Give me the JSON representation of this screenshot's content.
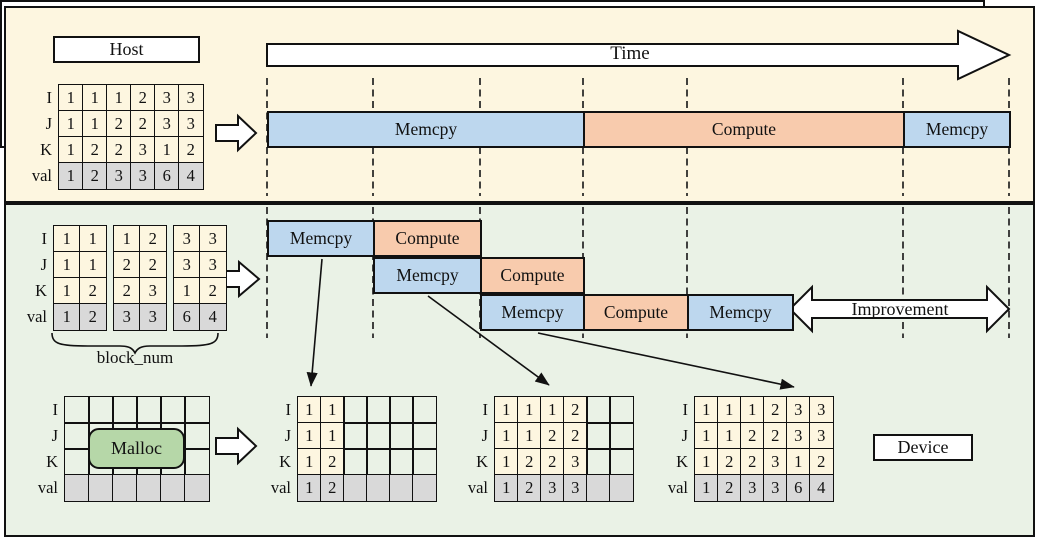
{
  "colors": {
    "cream": "#fdf6e0",
    "green": "#eaf2e6",
    "blue": "#bdd7ee",
    "orange": "#f8cbad",
    "malloc_green": "#b6d7a8",
    "gray": "#d9d9d9"
  },
  "top": {
    "host_label": "Host",
    "time_label": "Time",
    "timeline": [
      {
        "label": "Memcpy",
        "type": "blue"
      },
      {
        "label": "Compute",
        "type": "orange"
      },
      {
        "label": "Memcpy",
        "type": "blue"
      }
    ],
    "table": {
      "labels": [
        "I",
        "J",
        "K",
        "val"
      ],
      "rows": [
        [
          "1",
          "1",
          "1",
          "2",
          "3",
          "3"
        ],
        [
          "1",
          "1",
          "2",
          "2",
          "3",
          "3"
        ],
        [
          "1",
          "2",
          "2",
          "3",
          "1",
          "2"
        ],
        [
          "1",
          "2",
          "3",
          "3",
          "6",
          "4"
        ]
      ]
    }
  },
  "middle": {
    "blocked_table": {
      "labels": [
        "I",
        "J",
        "K",
        "val"
      ],
      "blocks": [
        [
          [
            "1",
            "1"
          ],
          [
            "1",
            "1"
          ],
          [
            "1",
            "2"
          ],
          [
            "1",
            "2"
          ]
        ],
        [
          [
            "1",
            "2"
          ],
          [
            "2",
            "2"
          ],
          [
            "2",
            "3"
          ],
          [
            "3",
            "3"
          ]
        ],
        [
          [
            "3",
            "3"
          ],
          [
            "3",
            "3"
          ],
          [
            "1",
            "2"
          ],
          [
            "6",
            "4"
          ]
        ]
      ]
    },
    "block_num_label": "block_num",
    "pipeline": [
      {
        "segments": [
          {
            "label": "Memcpy",
            "type": "blue"
          },
          {
            "label": "Compute",
            "type": "orange"
          }
        ]
      },
      {
        "segments": [
          {
            "label": "Memcpy",
            "type": "blue"
          },
          {
            "label": "Compute",
            "type": "orange"
          }
        ]
      },
      {
        "segments": [
          {
            "label": "Memcpy",
            "type": "blue"
          },
          {
            "label": "Compute",
            "type": "orange"
          },
          {
            "label": "Memcpy",
            "type": "blue"
          }
        ]
      }
    ],
    "improvement_label": "Improvement"
  },
  "bottom": {
    "malloc_label": "Malloc",
    "device_label": "Device",
    "malloc_grid": {
      "labels": [
        "I",
        "J",
        "K",
        "val"
      ],
      "rows": [
        [
          "",
          "",
          "",
          "",
          "",
          ""
        ],
        [
          "",
          "",
          "",
          "",
          "",
          ""
        ],
        [
          "",
          "",
          "",
          "",
          "",
          ""
        ],
        [
          "",
          "",
          "",
          "",
          "",
          ""
        ]
      ]
    },
    "stage_tables": [
      {
        "labels": [
          "I",
          "J",
          "K",
          "val"
        ],
        "rows": [
          [
            "1",
            "1",
            "",
            "",
            "",
            ""
          ],
          [
            "1",
            "1",
            "",
            "",
            "",
            ""
          ],
          [
            "1",
            "2",
            "",
            "",
            "",
            ""
          ],
          [
            "1",
            "2",
            "",
            "",
            "",
            ""
          ]
        ]
      },
      {
        "labels": [
          "I",
          "J",
          "K",
          "val"
        ],
        "rows": [
          [
            "1",
            "1",
            "1",
            "2",
            "",
            ""
          ],
          [
            "1",
            "1",
            "2",
            "2",
            "",
            ""
          ],
          [
            "1",
            "2",
            "2",
            "3",
            "",
            ""
          ],
          [
            "1",
            "2",
            "3",
            "3",
            "",
            ""
          ]
        ]
      },
      {
        "labels": [
          "I",
          "J",
          "K",
          "val"
        ],
        "rows": [
          [
            "1",
            "1",
            "1",
            "2",
            "3",
            "3"
          ],
          [
            "1",
            "1",
            "2",
            "2",
            "3",
            "3"
          ],
          [
            "1",
            "2",
            "2",
            "3",
            "1",
            "2"
          ],
          [
            "1",
            "2",
            "3",
            "3",
            "6",
            "4"
          ]
        ]
      }
    ]
  }
}
